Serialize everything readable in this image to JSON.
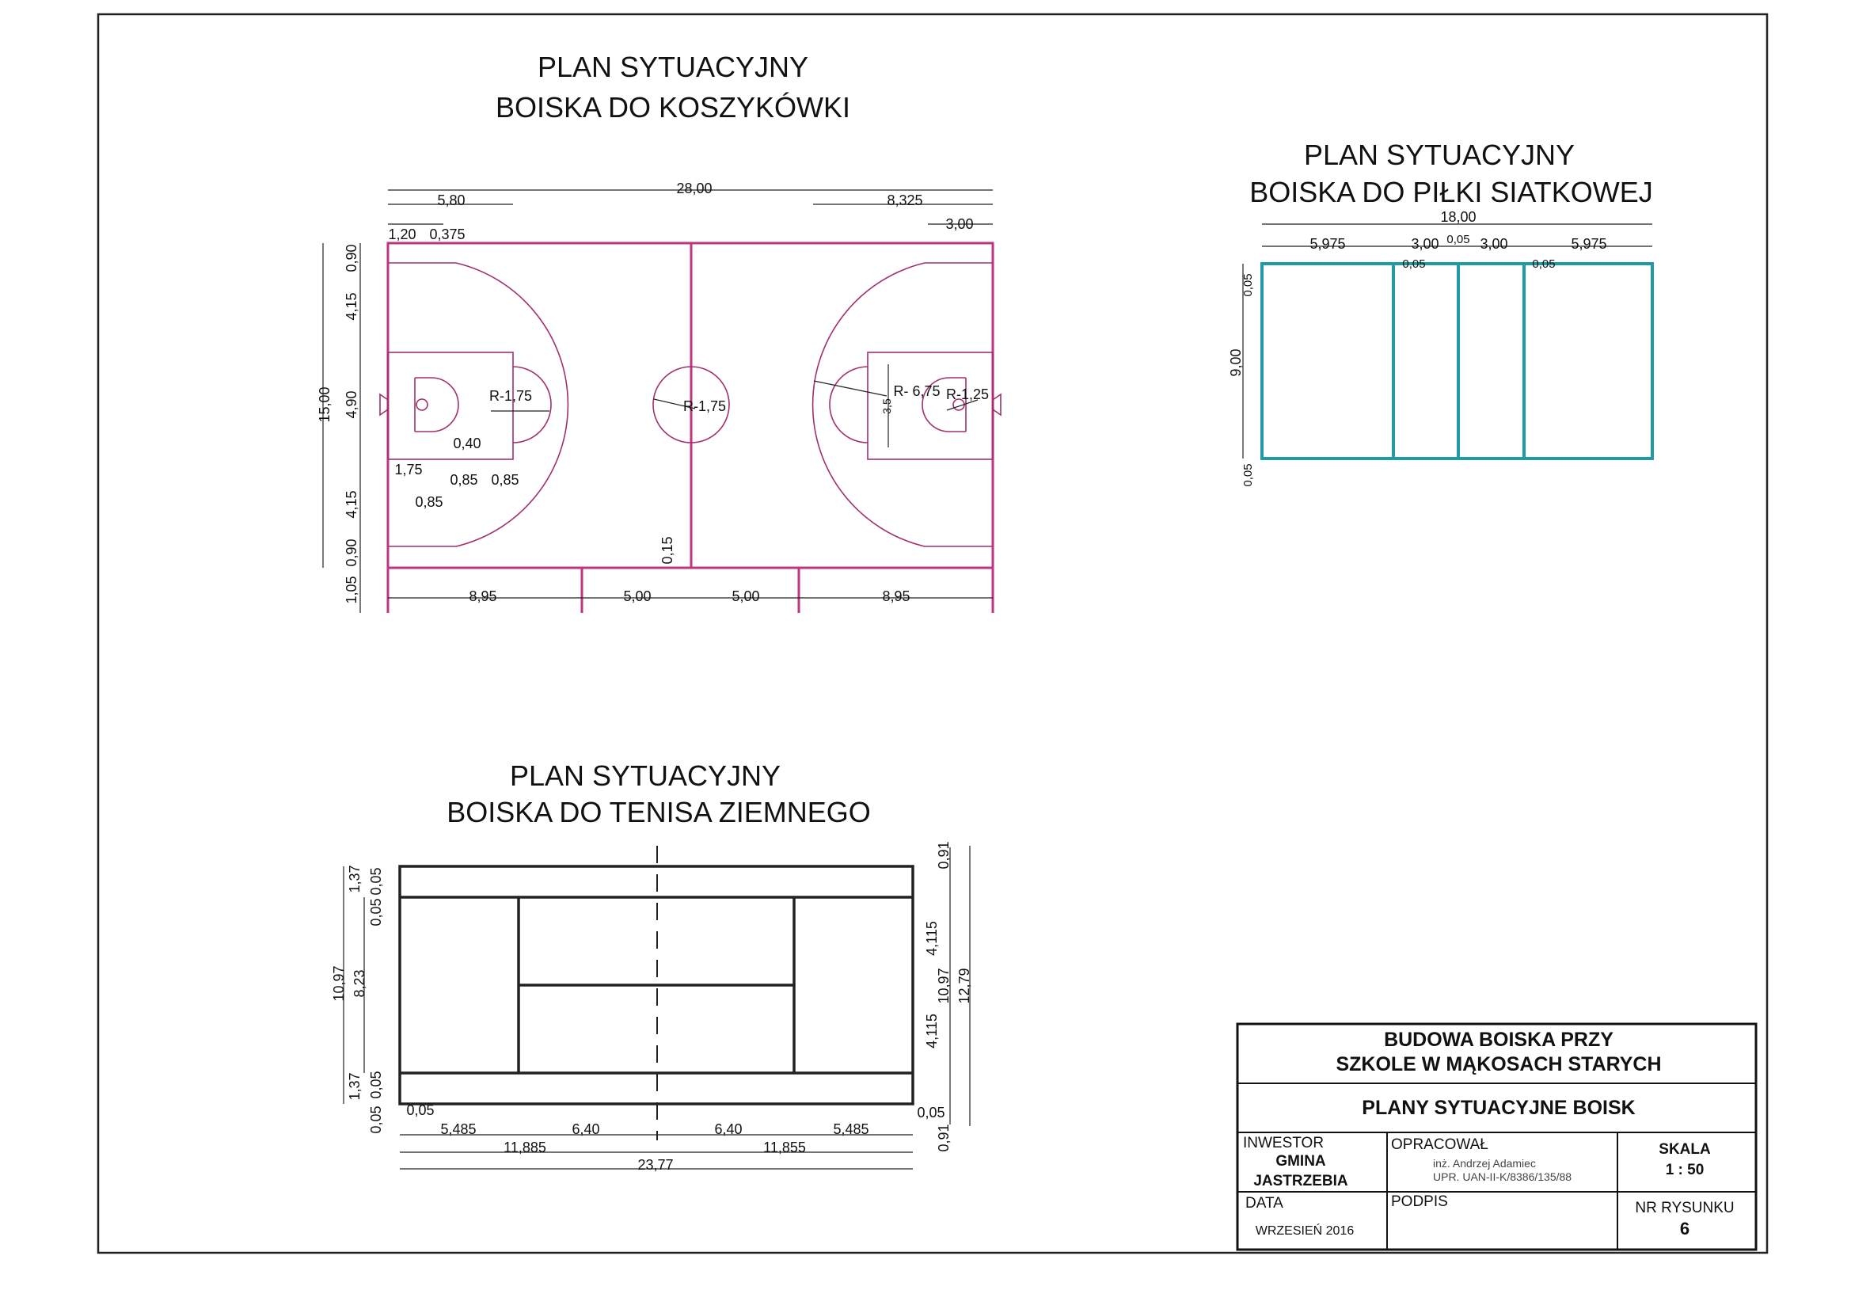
{
  "basketball": {
    "title_line1": "PLAN SYTUACYJNY",
    "title_line2": "BOISKA DO KOSZYKÓWKI",
    "dims": [
      "28,00",
      "5,80",
      "8,325",
      "1,20",
      "0,375",
      "3,00",
      "15,00",
      "0,90",
      "4,15",
      "4,90",
      "4,15",
      "0,90",
      "1,05",
      "8,95",
      "5,00",
      "5,00",
      "8,95",
      "R-1,75",
      "R-1,75",
      "R- 6,75",
      "R-1,25",
      "3,5",
      "0,40",
      "1,75",
      "0,85",
      "0,85",
      "0,85",
      "0,15"
    ],
    "line_color": "#c0357f"
  },
  "volleyball": {
    "title_line1": "PLAN SYTUACYJNY",
    "title_line2": "BOISKA DO PIŁKI SIATKOWEJ",
    "dims": [
      "18,00",
      "5,975",
      "3,00",
      "0,05",
      "3,00",
      "5,975",
      "0,05",
      "0,05",
      "0,05",
      "9,00",
      "0,05"
    ],
    "line_color": "#1f9aa6"
  },
  "tennis": {
    "title_line1": "PLAN SYTUACYJNY",
    "title_line2": "BOISKA DO TENISA ZIEMNEGO",
    "dims": [
      "1,37",
      "0,05",
      "0,05",
      "10,97",
      "8,23",
      "1,37",
      "0,05",
      "0,05",
      "0,91",
      "4,115",
      "10,97",
      "12,79",
      "4,115",
      "0,91",
      "0,05",
      "0,05",
      "5,485",
      "6,40",
      "6,40",
      "5,485",
      "11,885",
      "11,855",
      "23,77"
    ]
  },
  "title_block": {
    "project_line1": "BUDOWA BOISKA PRZY",
    "project_line2": "SZKOLE W MĄKOSACH STARYCH",
    "drawing_title": "PLANY SYTUACYJNE BOISK",
    "investor_label": "INWESTOR",
    "investor_line1": "GMINA",
    "investor_line2": "JASTRZEBIA",
    "author_label": "OPRACOWAŁ",
    "author_name": "inż. Andrzej Adamiec",
    "author_license": "UPR. UAN-II-K/8386/135/88",
    "scale_label": "SKALA",
    "scale_value": "1 : 50",
    "date_label": "DATA",
    "date_value": "WRZESIEŃ 2016",
    "signature_label": "PODPIS",
    "drawing_no_label": "NR RYSUNKU",
    "drawing_no_value": "6"
  }
}
